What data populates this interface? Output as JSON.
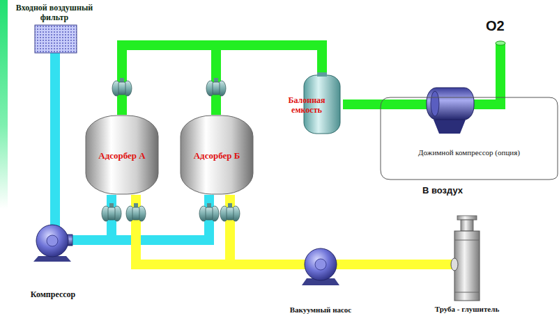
{
  "diagram": {
    "nodes": [
      {
        "text": [
          "Входной воздушный фильтр"
        ]
      },
      {
        "text": [
          "Компрессор"
        ]
      },
      {
        "text": [
          "Адсорбер А"
        ]
      },
      {
        "text": [
          "Адсорбер Б"
        ]
      },
      {
        "text": [
          "Балонная емкость"
        ]
      },
      {
        "text": [
          "Дожимной компрессор (опция)"
        ]
      },
      {
        "text": [
          "Вакуумный насос"
        ]
      },
      {
        "text": [
          "Труба - глушитель"
        ]
      }
    ],
    "edges": [
      {
        "from": 0,
        "to": 1,
        "arrow": "none"
      },
      {
        "from": 1,
        "to": 2,
        "arrow": "none"
      },
      {
        "from": 1,
        "to": 3,
        "arrow": "none"
      },
      {
        "from": 2,
        "to": 4,
        "arrow": "none"
      },
      {
        "from": 3,
        "to": 4,
        "arrow": "none"
      },
      {
        "from": 4,
        "to": 5,
        "arrow": "none"
      },
      {
        "from": 2,
        "to": 6,
        "arrow": "none"
      },
      {
        "from": 3,
        "to": 6,
        "arrow": "none"
      },
      {
        "from": 6,
        "to": 7,
        "arrow": "none"
      }
    ],
    "labels": [
      "О2",
      "В воздух"
    ]
  }
}
